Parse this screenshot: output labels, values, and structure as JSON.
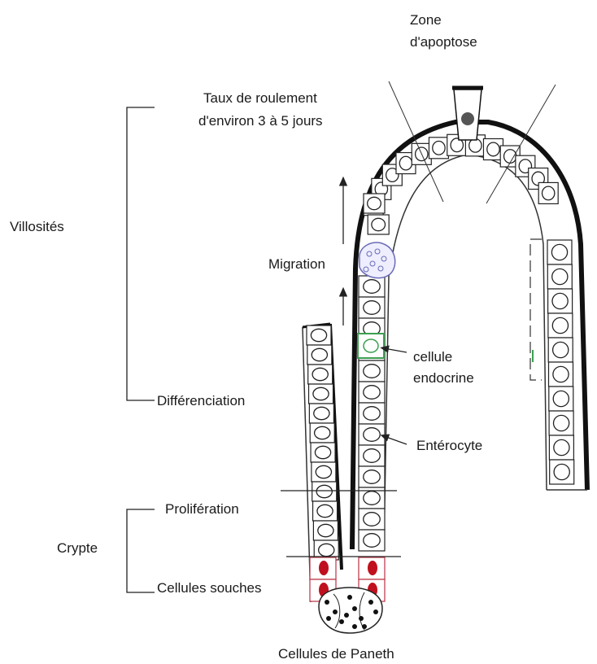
{
  "labels": {
    "zone_line1": "Zone",
    "zone_line2": "d'apoptose",
    "turnover_line1": "Taux de roulement",
    "turnover_line2": "d'environ 3 à 5 jours",
    "villosites": "Villosités",
    "migration": "Migration",
    "endocrine_line1": "cellule",
    "endocrine_line2": "endocrine",
    "differenciation": "Différenciation",
    "enterocyte": "Entérocyte",
    "proliferation": "Prolifération",
    "crypte": "Crypte",
    "cellules_souches": "Cellules souches",
    "cellules_paneth": "Cellules de Paneth"
  },
  "colors": {
    "outline": "#1a1a1a",
    "stem_cell": "#c0101e",
    "stem_cell_outline": "#c04050",
    "endocrine_cell": "#3ca050",
    "migrating_cell": "#6a6ab8",
    "paneth_granule": "#111111"
  }
}
